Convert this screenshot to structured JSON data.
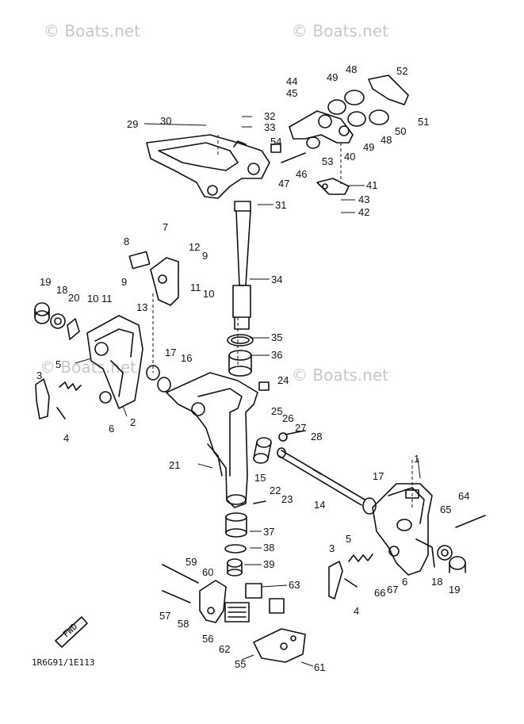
{
  "watermarks": [
    "© Boats.net",
    "© Boats.net",
    "© Boats.net",
    "© Boats.net"
  ],
  "diagram_code": "1R6G91/1E113",
  "fwd_label": "FWD",
  "callouts": [
    "1",
    "2",
    "3",
    "4",
    "5",
    "6",
    "7",
    "8",
    "9",
    "10",
    "11",
    "12",
    "13",
    "14",
    "15",
    "16",
    "17",
    "18",
    "19",
    "20",
    "21",
    "22",
    "23",
    "24",
    "25",
    "26",
    "27",
    "28",
    "29",
    "30",
    "31",
    "32",
    "33",
    "34",
    "35",
    "36",
    "37",
    "38",
    "39",
    "40",
    "41",
    "42",
    "43",
    "44",
    "45",
    "46",
    "47",
    "48",
    "49",
    "50",
    "51",
    "52",
    "53",
    "54",
    "55",
    "56",
    "57",
    "58",
    "59",
    "60",
    "61",
    "62",
    "63",
    "64",
    "65",
    "66",
    "67"
  ]
}
